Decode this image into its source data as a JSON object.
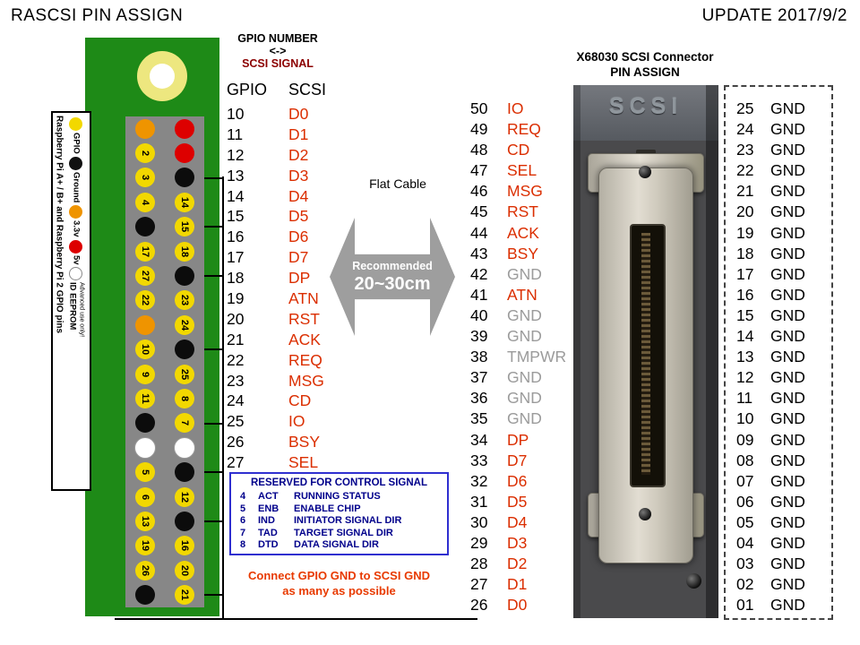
{
  "colors": {
    "signal_red": "#DB2E00",
    "muted_gray": "#9B9B9B",
    "heading_dark_red": "#8B0000",
    "reserved_navy": "#00008B",
    "note_red": "#E83A00",
    "board_green": "#1E8A17"
  },
  "header": {
    "title": "RASCSI PIN ASSIGN",
    "update": "UPDATE 2017/9/2"
  },
  "legend": {
    "title": "Raspberry Pi A+ / B+ and Raspberry Pi 2 GPIO pins",
    "items": [
      {
        "label": "GPIO",
        "sub": "",
        "type": "gpio"
      },
      {
        "label": "Ground",
        "sub": "",
        "type": "gnd"
      },
      {
        "label": "3.3v",
        "sub": "",
        "type": "v33"
      },
      {
        "label": "5v",
        "sub": "",
        "type": "v5"
      },
      {
        "label": "ID EEPROM",
        "sub": "Advanced use only!",
        "type": "id"
      }
    ]
  },
  "board": {
    "left_pins": [
      {
        "t": "v33",
        "l": ""
      },
      {
        "t": "gpio",
        "l": "2"
      },
      {
        "t": "gpio",
        "l": "3"
      },
      {
        "t": "gpio",
        "l": "4"
      },
      {
        "t": "gnd",
        "l": ""
      },
      {
        "t": "gpio",
        "l": "17"
      },
      {
        "t": "gpio",
        "l": "27"
      },
      {
        "t": "gpio",
        "l": "22"
      },
      {
        "t": "v33",
        "l": ""
      },
      {
        "t": "gpio",
        "l": "10"
      },
      {
        "t": "gpio",
        "l": "9"
      },
      {
        "t": "gpio",
        "l": "11"
      },
      {
        "t": "gnd",
        "l": ""
      },
      {
        "t": "id",
        "l": ""
      },
      {
        "t": "gpio",
        "l": "5"
      },
      {
        "t": "gpio",
        "l": "6"
      },
      {
        "t": "gpio",
        "l": "13"
      },
      {
        "t": "gpio",
        "l": "19"
      },
      {
        "t": "gpio",
        "l": "26"
      },
      {
        "t": "gnd",
        "l": ""
      }
    ],
    "right_pins": [
      {
        "t": "v5",
        "l": ""
      },
      {
        "t": "v5",
        "l": ""
      },
      {
        "t": "gnd",
        "l": ""
      },
      {
        "t": "gpio",
        "l": "14"
      },
      {
        "t": "gpio",
        "l": "15"
      },
      {
        "t": "gpio",
        "l": "18"
      },
      {
        "t": "gnd",
        "l": ""
      },
      {
        "t": "gpio",
        "l": "23"
      },
      {
        "t": "gpio",
        "l": "24"
      },
      {
        "t": "gnd",
        "l": ""
      },
      {
        "t": "gpio",
        "l": "25"
      },
      {
        "t": "gpio",
        "l": "8"
      },
      {
        "t": "gpio",
        "l": "7"
      },
      {
        "t": "id",
        "l": ""
      },
      {
        "t": "gnd",
        "l": ""
      },
      {
        "t": "gpio",
        "l": "12"
      },
      {
        "t": "gnd",
        "l": ""
      },
      {
        "t": "gpio",
        "l": "16"
      },
      {
        "t": "gpio",
        "l": "20"
      },
      {
        "t": "gpio",
        "l": "21"
      }
    ]
  },
  "gpio_scsi": {
    "heading": [
      "GPIO NUMBER",
      "<->",
      "SCSI SIGNAL"
    ],
    "col_gpio": "GPIO",
    "col_scsi": "SCSI",
    "rows": [
      {
        "gpio": "10",
        "scsi": "D0"
      },
      {
        "gpio": "11",
        "scsi": "D1"
      },
      {
        "gpio": "12",
        "scsi": "D2"
      },
      {
        "gpio": "13",
        "scsi": "D3"
      },
      {
        "gpio": "14",
        "scsi": "D4"
      },
      {
        "gpio": "15",
        "scsi": "D5"
      },
      {
        "gpio": "16",
        "scsi": "D6"
      },
      {
        "gpio": "17",
        "scsi": "D7"
      },
      {
        "gpio": "18",
        "scsi": "DP"
      },
      {
        "gpio": "19",
        "scsi": "ATN"
      },
      {
        "gpio": "20",
        "scsi": "RST"
      },
      {
        "gpio": "21",
        "scsi": "ACK"
      },
      {
        "gpio": "22",
        "scsi": "REQ"
      },
      {
        "gpio": "23",
        "scsi": "MSG"
      },
      {
        "gpio": "24",
        "scsi": "CD"
      },
      {
        "gpio": "25",
        "scsi": "IO"
      },
      {
        "gpio": "26",
        "scsi": "BSY"
      },
      {
        "gpio": "27",
        "scsi": "SEL"
      }
    ]
  },
  "cable": {
    "label": "Flat Cable",
    "note1": "Recommended",
    "note2": "20~30cm"
  },
  "scsi_pins": {
    "rows": [
      {
        "pin": "50",
        "signal": "IO",
        "muted": false
      },
      {
        "pin": "49",
        "signal": "REQ",
        "muted": false
      },
      {
        "pin": "48",
        "signal": "CD",
        "muted": false
      },
      {
        "pin": "47",
        "signal": "SEL",
        "muted": false
      },
      {
        "pin": "46",
        "signal": "MSG",
        "muted": false
      },
      {
        "pin": "45",
        "signal": "RST",
        "muted": false
      },
      {
        "pin": "44",
        "signal": "ACK",
        "muted": false
      },
      {
        "pin": "43",
        "signal": "BSY",
        "muted": false
      },
      {
        "pin": "42",
        "signal": "GND",
        "muted": true
      },
      {
        "pin": "41",
        "signal": "ATN",
        "muted": false
      },
      {
        "pin": "40",
        "signal": "GND",
        "muted": true
      },
      {
        "pin": "39",
        "signal": "GND",
        "muted": true
      },
      {
        "pin": "38",
        "signal": "TMPWR",
        "muted": true
      },
      {
        "pin": "37",
        "signal": "GND",
        "muted": true
      },
      {
        "pin": "36",
        "signal": "GND",
        "muted": true
      },
      {
        "pin": "35",
        "signal": "GND",
        "muted": true
      },
      {
        "pin": "34",
        "signal": "DP",
        "muted": false
      },
      {
        "pin": "33",
        "signal": "D7",
        "muted": false
      },
      {
        "pin": "32",
        "signal": "D6",
        "muted": false
      },
      {
        "pin": "31",
        "signal": "D5",
        "muted": false
      },
      {
        "pin": "30",
        "signal": "D4",
        "muted": false
      },
      {
        "pin": "29",
        "signal": "D3",
        "muted": false
      },
      {
        "pin": "28",
        "signal": "D2",
        "muted": false
      },
      {
        "pin": "27",
        "signal": "D1",
        "muted": false
      },
      {
        "pin": "26",
        "signal": "D0",
        "muted": false
      }
    ]
  },
  "connector": {
    "heading1": "X68030 SCSI Connector",
    "heading2": "PIN ASSIGN",
    "shell_label": "SCSI"
  },
  "gnd_table": {
    "rows": [
      {
        "pin": "25",
        "signal": "GND"
      },
      {
        "pin": "24",
        "signal": "GND"
      },
      {
        "pin": "23",
        "signal": "GND"
      },
      {
        "pin": "22",
        "signal": "GND"
      },
      {
        "pin": "21",
        "signal": "GND"
      },
      {
        "pin": "20",
        "signal": "GND"
      },
      {
        "pin": "19",
        "signal": "GND"
      },
      {
        "pin": "18",
        "signal": "GND"
      },
      {
        "pin": "17",
        "signal": "GND"
      },
      {
        "pin": "16",
        "signal": "GND"
      },
      {
        "pin": "15",
        "signal": "GND"
      },
      {
        "pin": "14",
        "signal": "GND"
      },
      {
        "pin": "13",
        "signal": "GND"
      },
      {
        "pin": "12",
        "signal": "GND"
      },
      {
        "pin": "11",
        "signal": "GND"
      },
      {
        "pin": "10",
        "signal": "GND"
      },
      {
        "pin": "09",
        "signal": "GND"
      },
      {
        "pin": "08",
        "signal": "GND"
      },
      {
        "pin": "07",
        "signal": "GND"
      },
      {
        "pin": "06",
        "signal": "GND"
      },
      {
        "pin": "05",
        "signal": "GND"
      },
      {
        "pin": "04",
        "signal": "GND"
      },
      {
        "pin": "03",
        "signal": "GND"
      },
      {
        "pin": "02",
        "signal": "GND"
      },
      {
        "pin": "01",
        "signal": "GND"
      }
    ]
  },
  "reserved": {
    "title": "RESERVED FOR CONTROL SIGNAL",
    "rows": [
      {
        "pin": "4",
        "code": "ACT",
        "desc": "RUNNING STATUS"
      },
      {
        "pin": "5",
        "code": "ENB",
        "desc": "ENABLE CHIP"
      },
      {
        "pin": "6",
        "code": "IND",
        "desc": "INITIATOR SIGNAL DIR"
      },
      {
        "pin": "7",
        "code": "TAD",
        "desc": "TARGET SIGNAL DIR"
      },
      {
        "pin": "8",
        "code": "DTD",
        "desc": "DATA SIGNAL DIR"
      }
    ]
  },
  "note": {
    "line1": "Connect GPIO GND to SCSI GND",
    "line2": "as many as possible"
  }
}
